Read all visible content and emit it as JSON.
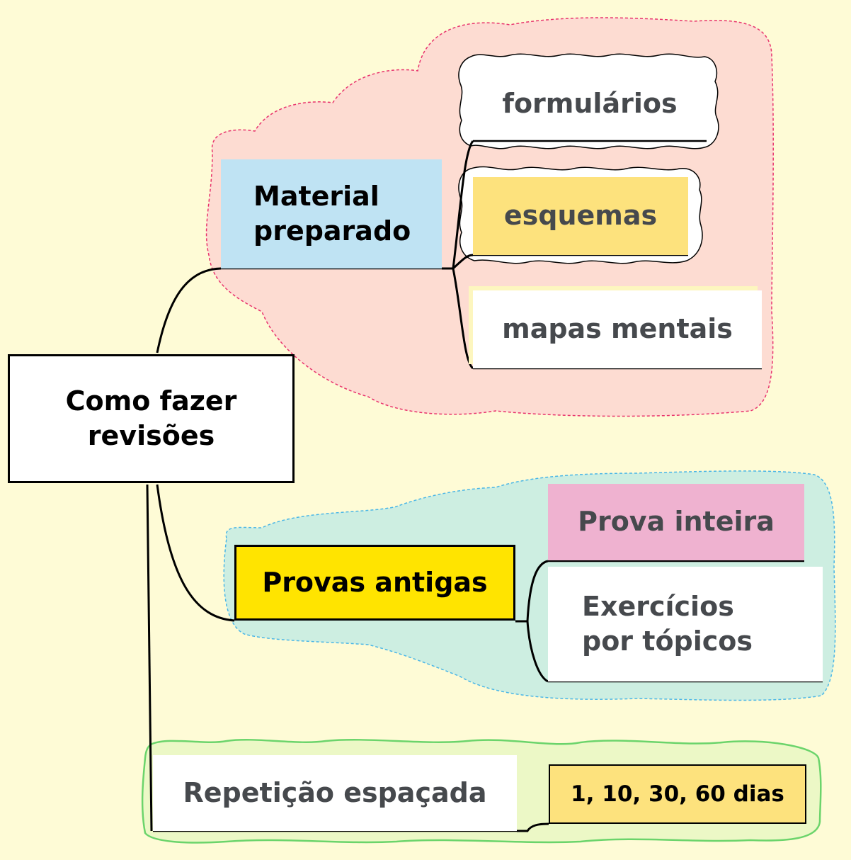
{
  "diagram": {
    "root": {
      "label": "Como fazer revisões"
    },
    "branches": [
      {
        "label": "Material preparado",
        "children": [
          "formulários",
          "esquemas",
          "mapas mentais"
        ]
      },
      {
        "label": "Provas antigas",
        "children": [
          "Prova inteira",
          "Exercícios por tópicos"
        ]
      },
      {
        "label": "Repetição espaçada",
        "children": [
          "1, 10, 30, 60 dias"
        ]
      }
    ]
  },
  "colors": {
    "background": "#fefbd6",
    "group_material_fill": "#fddcd2",
    "group_material_border": "#e8336d",
    "group_provas_fill": "#cdeee1",
    "group_provas_border": "#4ab6e6",
    "group_repeticao_fill": "#ecf8c6",
    "group_repeticao_border": "#6bd46b",
    "material_node": "#bfe3f3",
    "esquemas_node": "#fde27d",
    "provas_node": "#ffe400",
    "prova_inteira_node": "#efb2d0",
    "dias_node": "#fde27d",
    "dark_text": "#46494d"
  }
}
